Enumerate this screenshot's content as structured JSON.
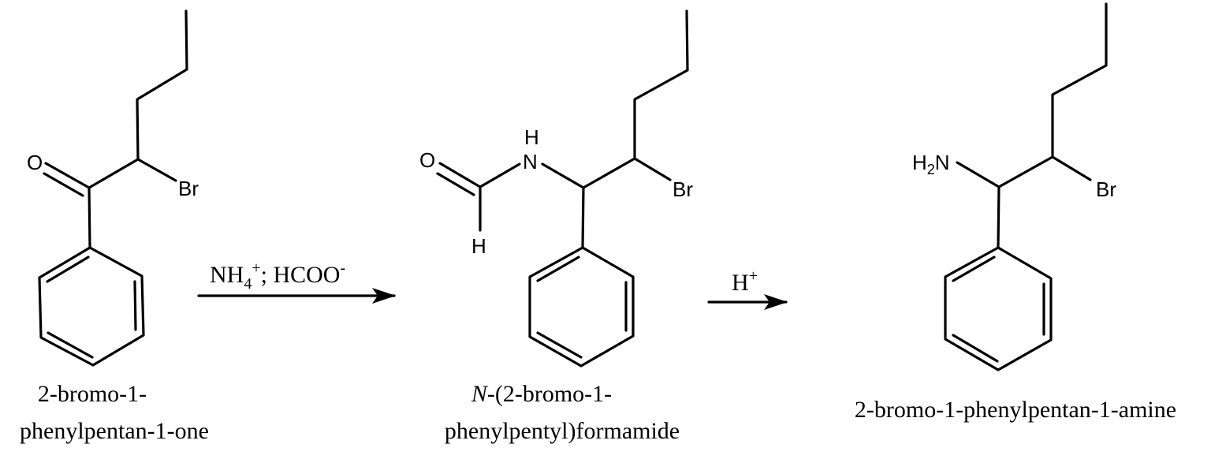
{
  "scheme": {
    "compounds": [
      {
        "name_line1": "2-bromo-1-",
        "name_line2": "phenylpentan-1-one",
        "atoms": {
          "oxygen": "O",
          "bromine": "Br"
        }
      },
      {
        "name_prefix_italic": "N",
        "name_line1_rest": "-(2-bromo-1-",
        "name_line2": "phenylpentyl)formamide",
        "atoms": {
          "oxygen": "O",
          "nitrogen": "N",
          "nh_hydrogen": "H",
          "formyl_hydrogen": "H",
          "bromine": "Br"
        }
      },
      {
        "name_line1": "2-bromo-1-phenylpentan-1-amine",
        "atoms": {
          "amine_h": "H",
          "amine_sub": "2",
          "amine_n": "N",
          "bromine": "Br"
        }
      }
    ],
    "arrows": [
      {
        "reagent_1": "NH",
        "reagent_1_sub": "4",
        "reagent_1_sup": "+",
        "separator": "; ",
        "reagent_2": "HCOO",
        "reagent_2_sup": "-"
      },
      {
        "reagent": "H",
        "reagent_sup": "+"
      }
    ]
  }
}
